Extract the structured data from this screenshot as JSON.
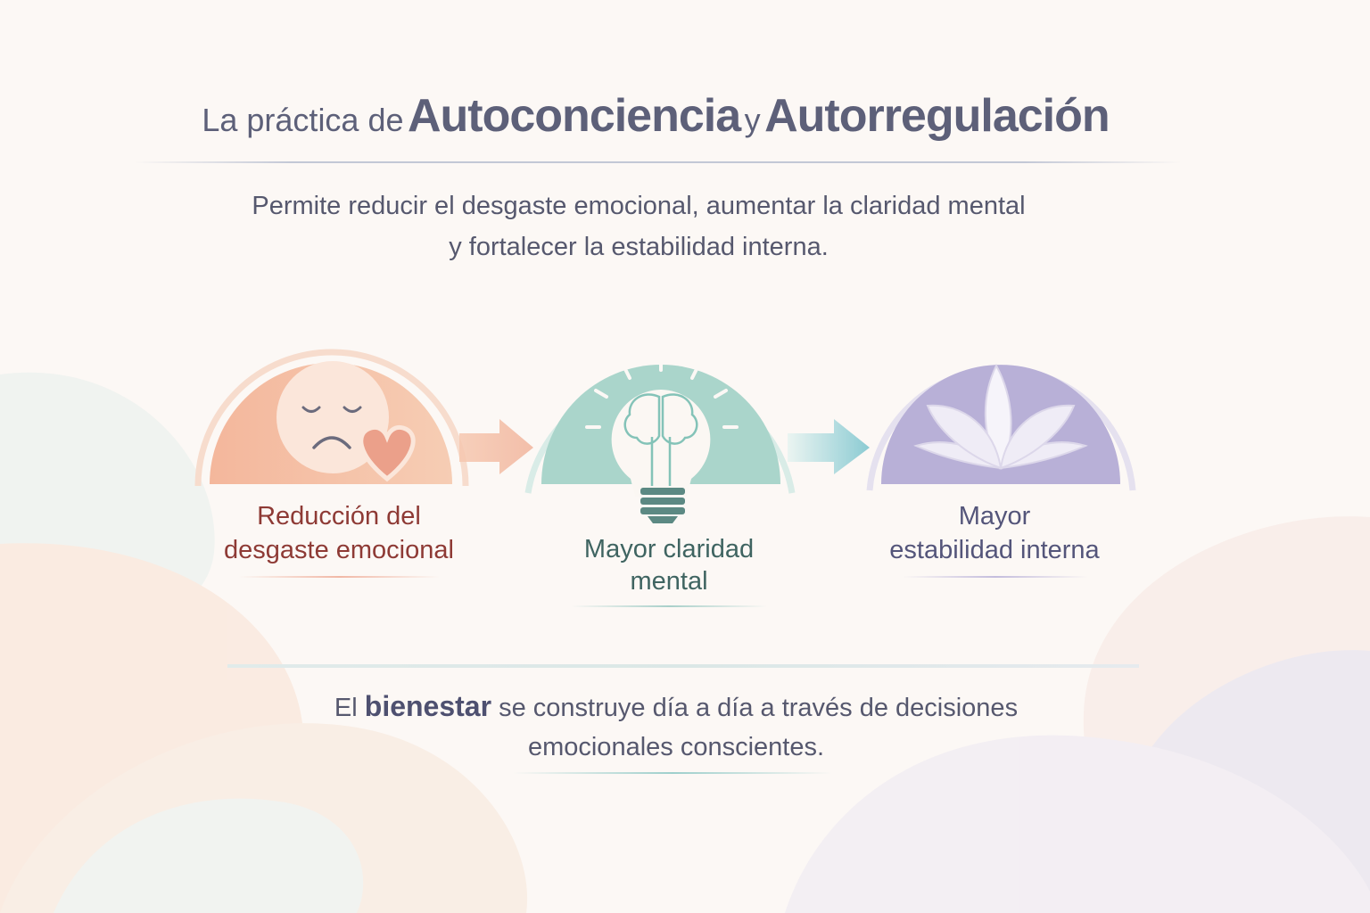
{
  "title": {
    "prefix": "La práctica de",
    "term1": "Autoconciencia",
    "joiner": "y",
    "term2": "Autorregulación"
  },
  "subtitle": {
    "line1": "Permite reducir el desgaste emocional, aumentar la claridad mental",
    "line2": "y fortalecer la estabilidad interna."
  },
  "steps": [
    {
      "line1": "Reducción del",
      "line2": "desgaste emocional",
      "icon": "sad-face-heart-icon",
      "color": "#f2b7a0",
      "text_color": "#8e3a35"
    },
    {
      "line1": "Mayor claridad",
      "line2": "mental",
      "icon": "lightbulb-brain-icon",
      "color": "#a9d6cc",
      "text_color": "#3f6461"
    },
    {
      "line1": "Mayor",
      "line2": "estabilidad interna",
      "icon": "lotus-icon",
      "color": "#b9b1d8",
      "text_color": "#54557a"
    }
  ],
  "footer": {
    "pre": "El",
    "bold": "bienestar",
    "post": "se construye día a día a través de decisiones",
    "line2": "emocionales conscientes."
  }
}
